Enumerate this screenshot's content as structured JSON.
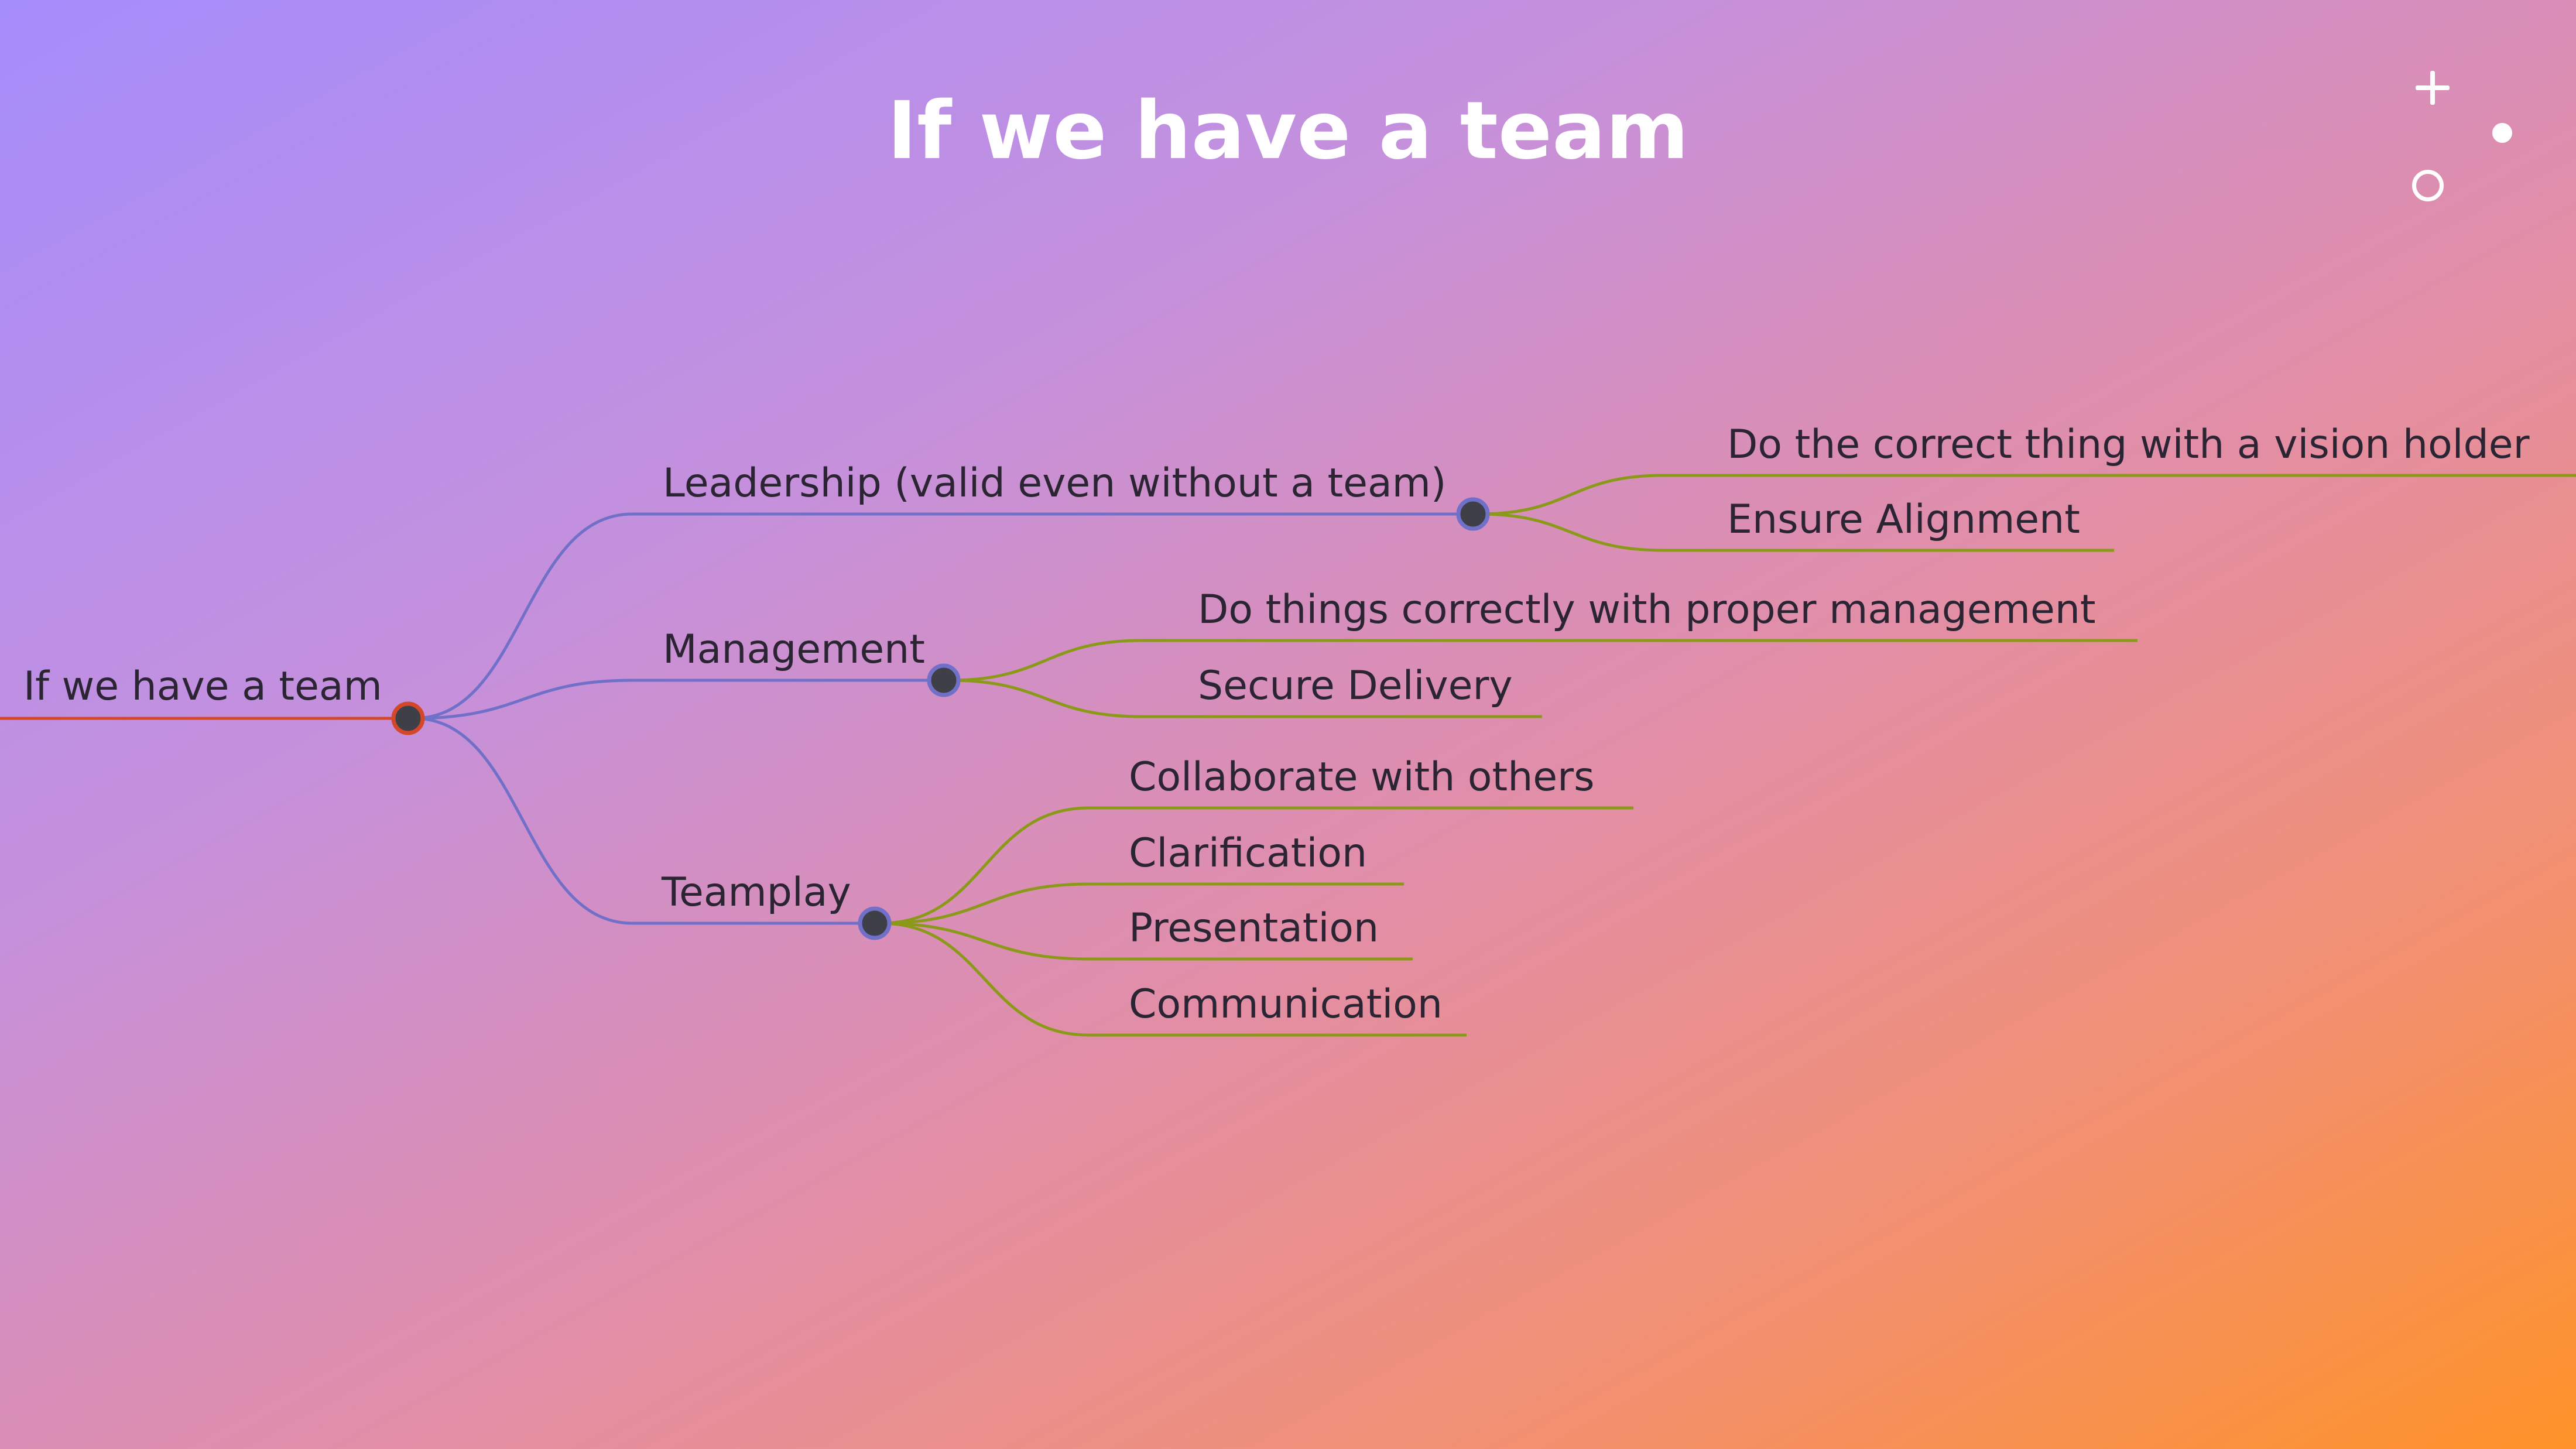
{
  "title": "If we have a team",
  "mindmap": {
    "root": "If we have a team",
    "branches": [
      {
        "label": "Leadership (valid even without a team)",
        "children": [
          "Do the correct thing with a vision holder",
          "Ensure Alignment"
        ]
      },
      {
        "label": "Management",
        "children": [
          "Do things correctly with proper management",
          "Secure Delivery"
        ]
      },
      {
        "label": "Teamplay",
        "children": [
          "Collaborate with others",
          "Clarification",
          "Presentation",
          "Communication"
        ]
      }
    ]
  },
  "colors": {
    "root_line": "#d4472a",
    "branch_line": "#7070c8",
    "leaf_line": "#8a9a18",
    "node_fill": "#3f3f48",
    "text": "#2b2433",
    "title": "#ffffff"
  },
  "decorations": [
    "plus-icon",
    "dot-icon",
    "ring-icon"
  ]
}
